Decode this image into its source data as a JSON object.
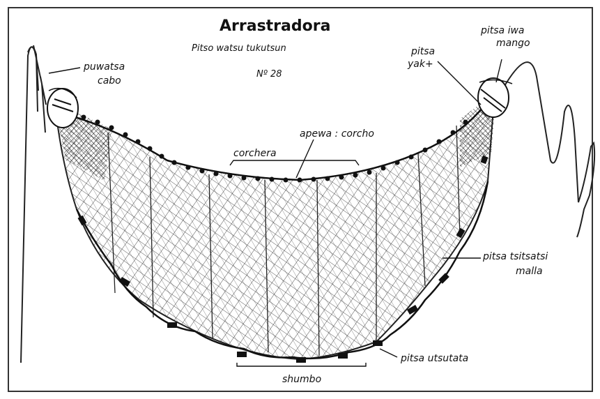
{
  "title": "Arrastradora",
  "subtitle": "Pitso watsu tukutsun",
  "number": "Nº 28",
  "labels": {
    "puwatsa_line1": "puwatsa",
    "puwatsa_line2": "cabo",
    "pitsa_iwa_line1": "pitsa iwa",
    "pitsa_iwa_line2": "mango",
    "pitsa_yakt_line1": "pitsa",
    "pitsa_yakt_line2": "yak+",
    "apewa": "apewa : corcho",
    "corchera": "corchera",
    "tsitsatsi_line1": "pitsa tsitsatsi",
    "tsitsatsi_line2": "malla",
    "utsutata": "pitsa utsutata",
    "shumbo": "shumbo"
  },
  "colors": {
    "ink": "#111111",
    "background": "#ffffff"
  }
}
